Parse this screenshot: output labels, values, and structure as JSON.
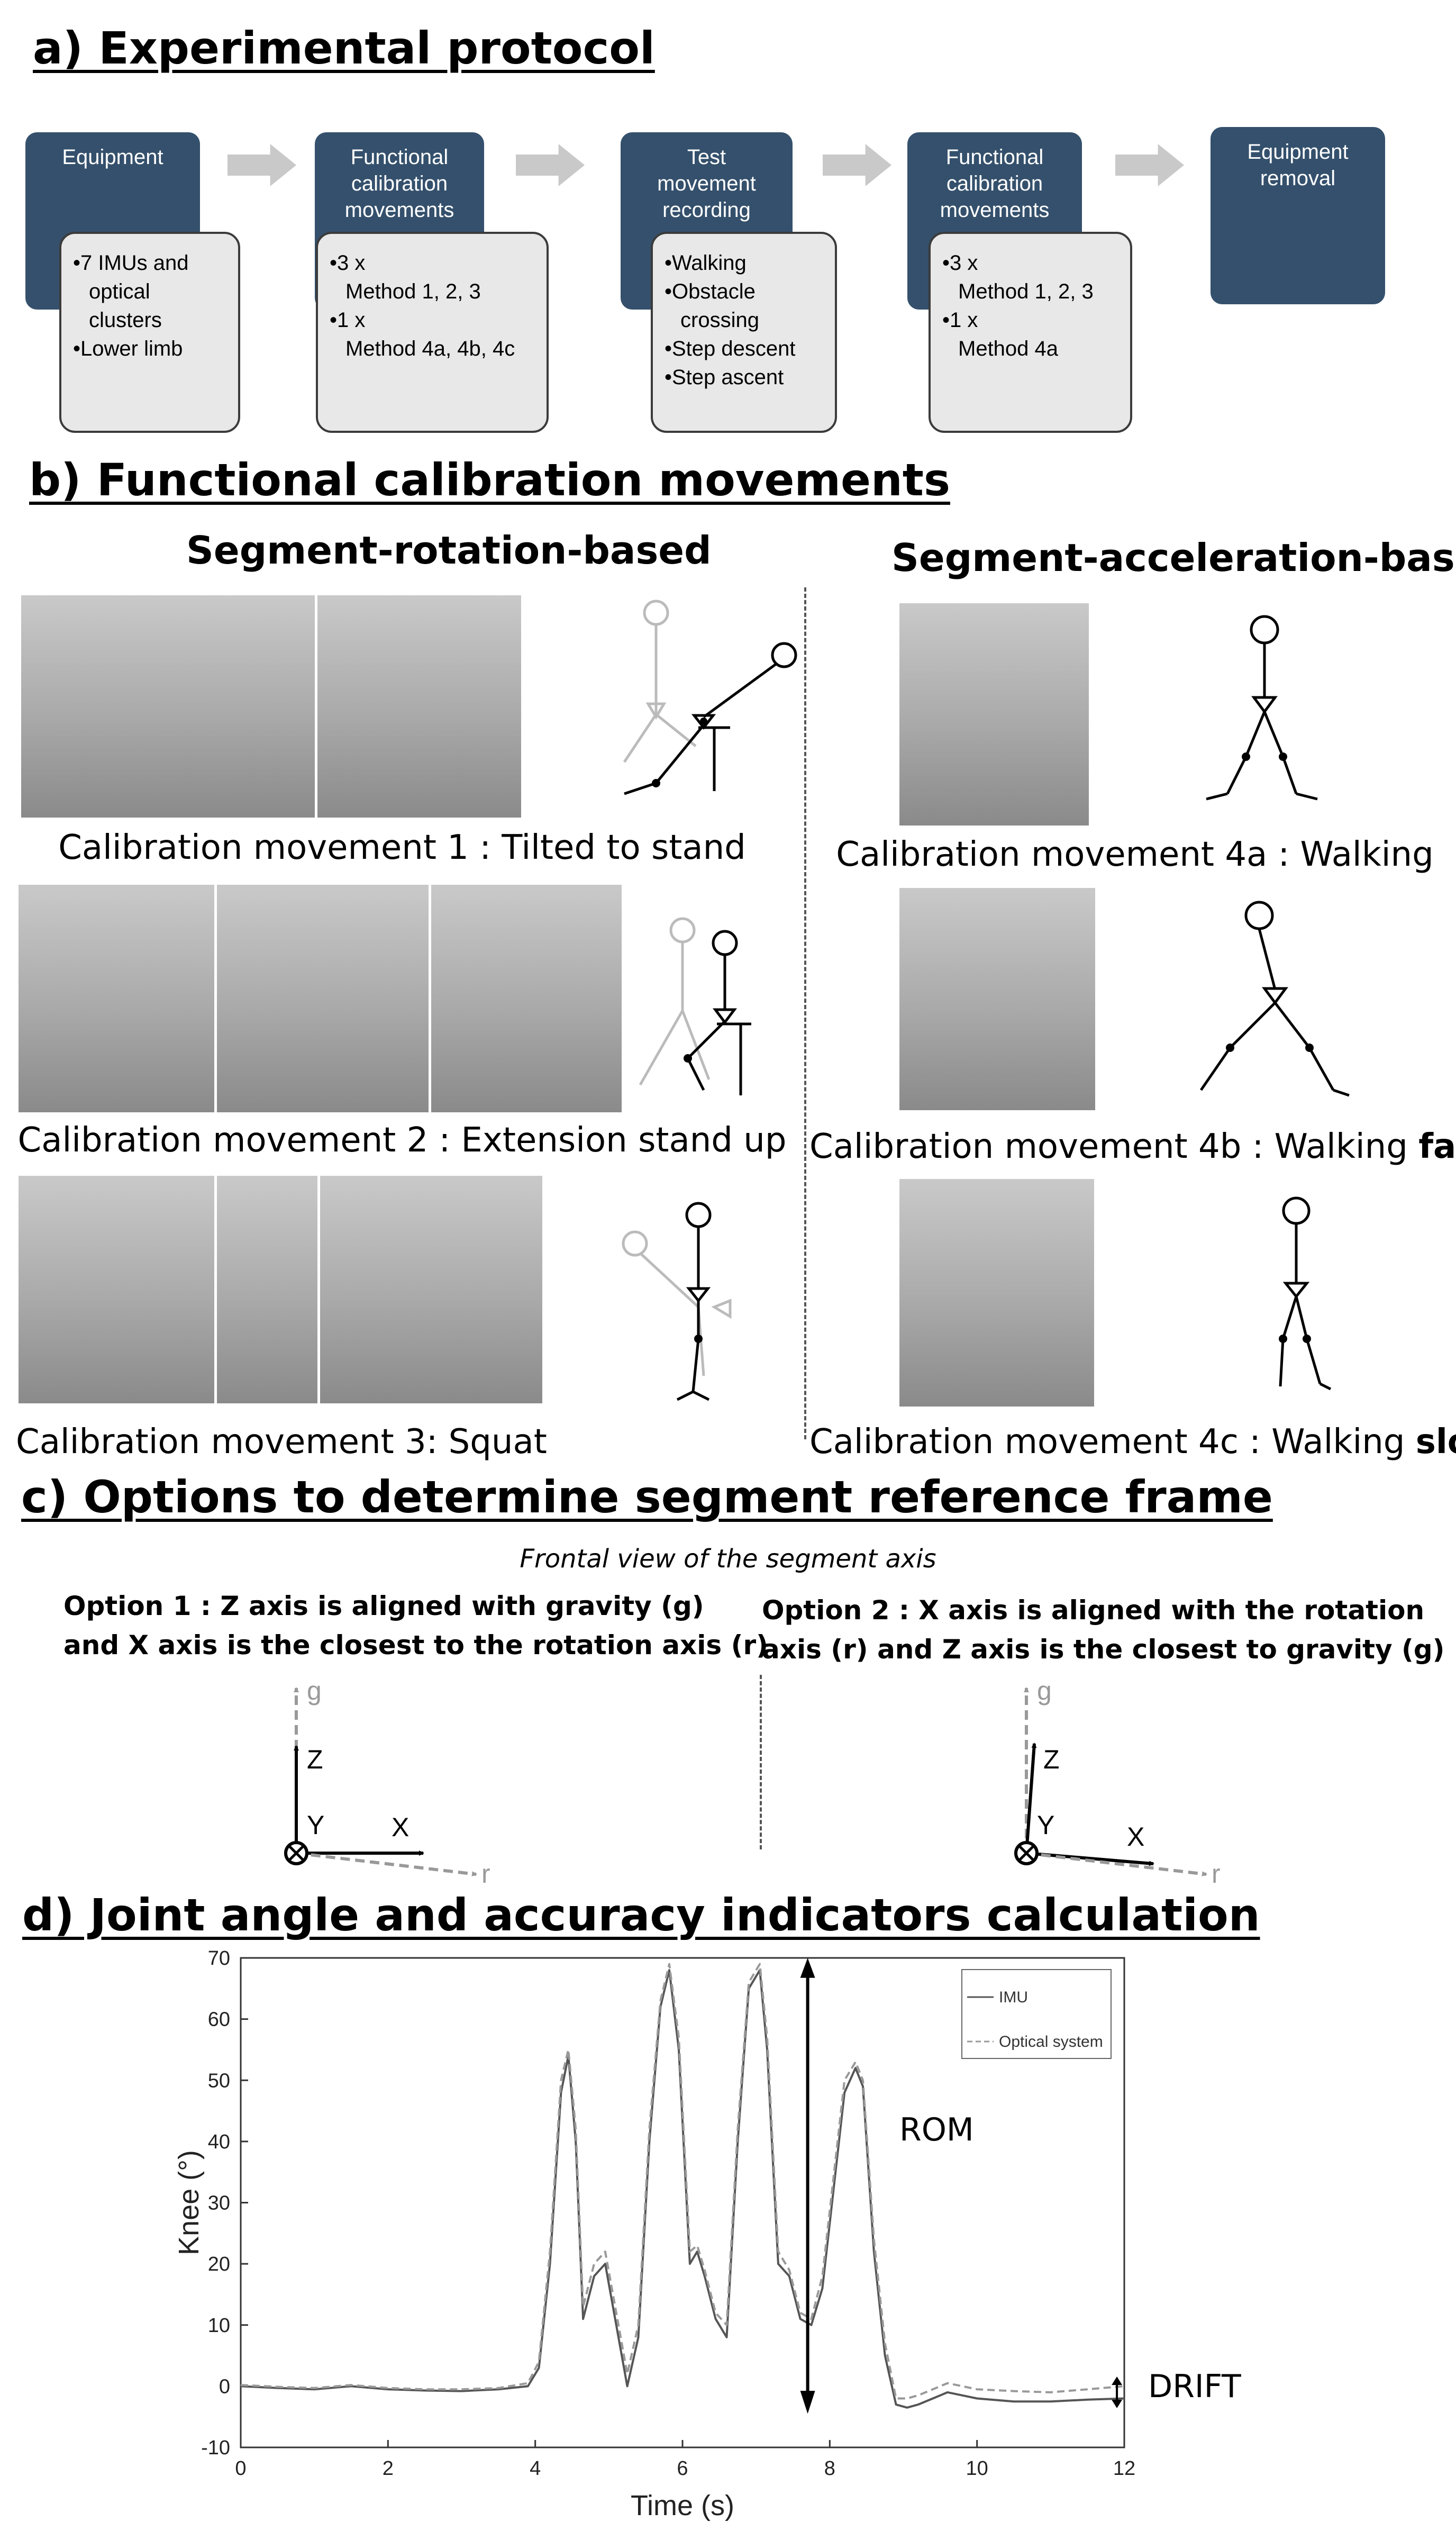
{
  "section_a": {
    "heading": "a) Experimental protocol",
    "steps": [
      {
        "title": [
          "Equipment"
        ],
        "items": [
          [
            "•7 IMUs and",
            "optical",
            "clusters"
          ],
          [
            "•Lower limb"
          ]
        ]
      },
      {
        "title": [
          "Functional",
          "calibration",
          "movements"
        ],
        "items": [
          [
            "•3 x",
            "Method 1, 2, 3"
          ],
          [
            "•1 x",
            "Method 4a, 4b, 4c"
          ]
        ]
      },
      {
        "title": [
          "Test",
          "movement",
          "recording"
        ],
        "items": [
          [
            "•Walking"
          ],
          [
            "•Obstacle",
            "crossing"
          ],
          [
            "•Step descent"
          ],
          [
            "•Step ascent"
          ]
        ]
      },
      {
        "title": [
          "Functional",
          "calibration",
          "movements"
        ],
        "items": [
          [
            "•3 x",
            "Method 1, 2, 3"
          ],
          [
            "•1 x",
            "Method 4a"
          ]
        ]
      },
      {
        "title": [
          "Equipment",
          "removal"
        ],
        "items": []
      }
    ]
  },
  "section_b": {
    "heading": "b) Functional calibration movements",
    "left_title": "Segment-rotation-based",
    "right_title": "Segment-acceleration-based",
    "captions": {
      "m1": "Calibration movement 1 : Tilted to stand",
      "m2": "Calibration movement 2 : Extension stand up",
      "m3": "Calibration movement 3: Squat",
      "m4a": "Calibration movement 4a : Walking",
      "m4b_prefix": "Calibration movement 4b : Walking ",
      "m4b_bold": "fast",
      "m4c_prefix": "Calibration movement 4c : Walking ",
      "m4c_bold": "slow"
    }
  },
  "section_c": {
    "heading": "c) Options to determine segment reference frame",
    "subtitle": "Frontal view of the segment axis",
    "option1_line1": "Option 1 : Z axis is aligned with gravity (g)",
    "option1_line2": "and X axis is the closest to the rotation axis (r)",
    "option2_line1": "Option 2 : X axis is aligned with the rotation",
    "option2_line2": "axis (r) and Z axis is the closest to gravity (g)",
    "labels": {
      "g": "g",
      "z": "Z",
      "y": "Y",
      "x": "X",
      "r": "r"
    }
  },
  "section_d": {
    "heading": "d) Joint angle and accuracy indicators calculation",
    "rom_label": "ROM",
    "drift_label": "DRIFT"
  },
  "chart_data": {
    "type": "line",
    "xlabel": "Time (s)",
    "ylabel": "Knee (°)",
    "xlim": [
      0,
      12
    ],
    "ylim": [
      -10,
      70
    ],
    "xticks": [
      0,
      2,
      4,
      6,
      8,
      10,
      12
    ],
    "yticks": [
      -10,
      0,
      10,
      20,
      30,
      40,
      50,
      60,
      70
    ],
    "legend_position": "top-right",
    "grid": false,
    "series": [
      {
        "name": "IMU",
        "style": "solid",
        "color": "#555555",
        "x": [
          0,
          0.5,
          1.0,
          1.5,
          2.0,
          2.5,
          3.0,
          3.5,
          3.9,
          4.05,
          4.2,
          4.35,
          4.45,
          4.55,
          4.65,
          4.8,
          4.95,
          5.1,
          5.25,
          5.4,
          5.55,
          5.7,
          5.82,
          5.95,
          6.1,
          6.2,
          6.3,
          6.45,
          6.6,
          6.75,
          6.9,
          7.05,
          7.15,
          7.3,
          7.45,
          7.6,
          7.75,
          7.9,
          8.05,
          8.2,
          8.35,
          8.45,
          8.6,
          8.75,
          8.9,
          9.05,
          9.2,
          9.4,
          9.6,
          9.8,
          10.0,
          10.5,
          11.0,
          11.5,
          12.0
        ],
        "y": [
          0,
          -0.3,
          -0.5,
          0,
          -0.5,
          -0.7,
          -0.8,
          -0.5,
          0,
          3,
          20,
          48,
          54,
          40,
          11,
          18,
          20,
          10,
          0,
          8,
          40,
          62,
          68,
          55,
          20,
          22,
          18,
          11,
          8,
          40,
          65,
          68,
          55,
          20,
          18,
          11,
          10,
          16,
          32,
          48,
          52,
          49,
          22,
          5,
          -3,
          -3.5,
          -3,
          -2,
          -1,
          -1.5,
          -2,
          -2.5,
          -2.5,
          -2.2,
          -2
        ]
      },
      {
        "name": "Optical system",
        "style": "dashed",
        "color": "#999999",
        "x": [
          0,
          0.5,
          1.0,
          1.5,
          2.0,
          2.5,
          3.0,
          3.5,
          3.9,
          4.05,
          4.2,
          4.35,
          4.45,
          4.55,
          4.65,
          4.8,
          4.95,
          5.1,
          5.25,
          5.4,
          5.55,
          5.7,
          5.82,
          5.95,
          6.1,
          6.2,
          6.3,
          6.45,
          6.6,
          6.75,
          6.9,
          7.05,
          7.15,
          7.3,
          7.45,
          7.6,
          7.75,
          7.9,
          8.05,
          8.2,
          8.35,
          8.45,
          8.6,
          8.75,
          8.9,
          9.05,
          9.2,
          9.4,
          9.6,
          9.8,
          10.0,
          10.5,
          11.0,
          11.5,
          12.0
        ],
        "y": [
          0.2,
          -0.1,
          -0.3,
          0.2,
          -0.3,
          -0.5,
          -0.5,
          -0.3,
          0.5,
          4,
          22,
          50,
          55,
          42,
          13,
          20,
          22,
          12,
          2,
          10,
          42,
          63,
          69,
          57,
          22,
          23,
          19,
          12,
          10,
          42,
          66,
          69,
          57,
          22,
          19,
          12,
          11,
          18,
          34,
          50,
          53,
          50,
          24,
          7,
          -2,
          -2,
          -1.5,
          -0.5,
          0.5,
          0,
          -0.5,
          -0.8,
          -1,
          -0.5,
          0
        ]
      }
    ]
  }
}
